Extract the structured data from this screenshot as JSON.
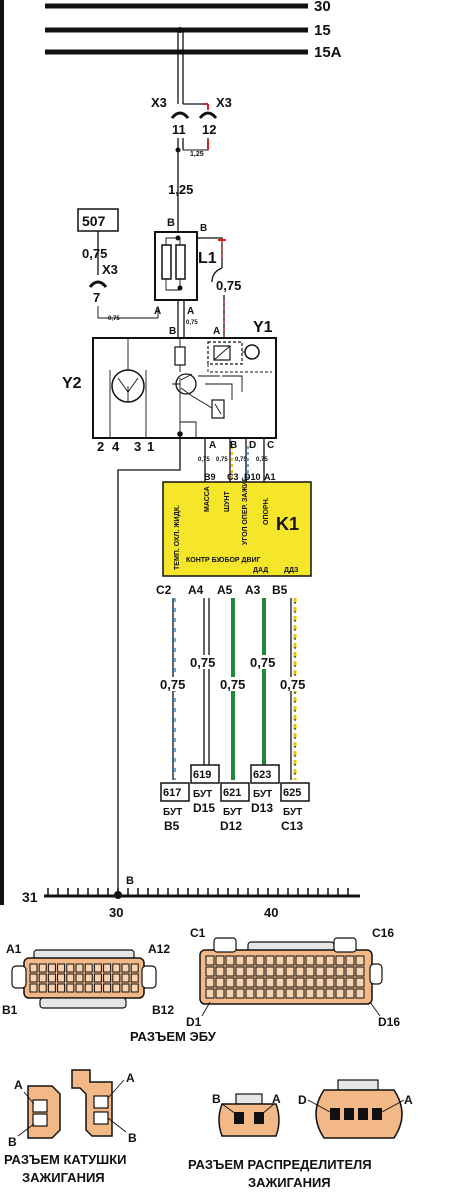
{
  "buses": {
    "b30": "30",
    "b15": "15",
    "b15a": "15A"
  },
  "connectors": {
    "x3_a": "X3",
    "x3_b": "X3",
    "x3_c": "X3",
    "pin11": "11",
    "pin12": "12",
    "pin7": "7"
  },
  "wires": {
    "w125_small": "1,25",
    "w125": "1,25",
    "w075_left": "0,75",
    "w075_right": "0,75",
    "w075_tiny": "0,75",
    "w075_tiny2": "0,75",
    "w075_y1": "0,75",
    "w075_y2": "0,75",
    "w075_y3": "0,75",
    "w075_y4": "0,75",
    "b_c2": "0,75",
    "b_a4": "0,75",
    "b_a5": "0,75",
    "b_a3": "0,75",
    "b_b5": "0,75"
  },
  "components": {
    "c507": "507",
    "l1": "L1",
    "y1": "Y1",
    "y2": "Y2",
    "k1": "K1",
    "l1_b1": "B",
    "l1_b2": "B",
    "l1_a1": "A",
    "l1_a2": "A",
    "l1_b3": "B",
    "y1_a": "A"
  },
  "y2_pins": {
    "p2": "2",
    "p4": "4",
    "p3": "3",
    "p1": "1"
  },
  "k1": {
    "top_letters": [
      "A",
      "B",
      "D",
      "C"
    ],
    "top_pins": [
      "B9",
      "C3",
      "D10",
      "A1"
    ],
    "inner_top": [
      "ТЕМП. ОХЛ. ЖИДК.",
      "МАССА",
      "ШУНТ",
      "УГОЛ ОПЕР. ЗАЖИГ.",
      "ОПОРН."
    ],
    "inner_bottom": [
      "КОНТР БУ",
      "ОБОР ДВИГ",
      "ДАД",
      "ДДЗ"
    ],
    "bottom_pins": [
      "C2",
      "A4",
      "A5",
      "A3",
      "B5"
    ]
  },
  "connectors_bottom": {
    "c617": "617",
    "c619": "619",
    "c621": "621",
    "c623": "623",
    "c625": "625",
    "but": "БУТ",
    "d15": "D15",
    "d13": "D13",
    "b5": "B5",
    "d12": "D12",
    "c13": "C13"
  },
  "ground": {
    "g31": "31",
    "g30": "30",
    "g40": "40",
    "gB": "B"
  },
  "ecu_connectors": {
    "a1": "A1",
    "a12": "A12",
    "b1": "B1",
    "b12": "B12",
    "c1": "C1",
    "c16": "C16",
    "d1": "D1",
    "d16": "D16",
    "title": "РАЗЪЕМ ЭБУ"
  },
  "coil_connector": {
    "a1": "A",
    "b1": "B",
    "a2": "A",
    "b2": "B",
    "title1": "РАЗЪЕМ КАТУШКИ",
    "title2": "ЗАЖИГАНИЯ"
  },
  "distributor_connector": {
    "b": "B",
    "a": "A",
    "d": "D",
    "a2": "A",
    "title1": "РАЗЪЕМ РАСПРЕДЕЛИТЕЛЯ",
    "title2": "ЗАЖИГАНИЯ"
  },
  "colors": {
    "k1_fill": "#f5e629",
    "connector_fill": "#f2b888",
    "green": "#1f8a3a",
    "blue": "#6aa8d8",
    "yellow": "#e8c800",
    "red": "#d42020"
  }
}
